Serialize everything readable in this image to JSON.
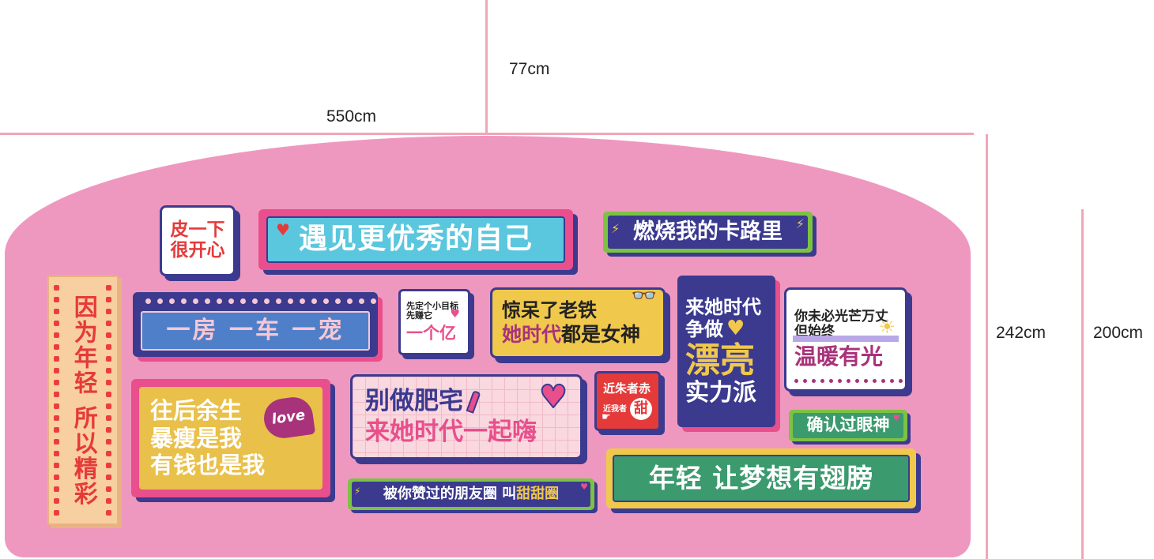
{
  "dimensions": {
    "width_label": "550cm",
    "side_label": "77cm",
    "height_outer_label": "242cm",
    "height_inner_label": "200cm"
  },
  "signs": {
    "piyixia": {
      "line1": "皮一下",
      "line2": "很开心"
    },
    "yujian": "遇见更优秀的自己",
    "ranshao": "燃烧我的卡路里",
    "yinwei": "因为年轻 所以精彩",
    "yifang": "一房 一车 一宠",
    "xianding": {
      "line1": "先定个小目标",
      "line2": "先赚它",
      "line3": "一个亿"
    },
    "jingdai": {
      "line1": "惊呆了老铁",
      "line2_a": "她时代",
      "line2_b": "都是女神"
    },
    "laita": {
      "line1": "来她时代",
      "line2": "争做",
      "line3": "漂亮",
      "line4": "实力派"
    },
    "nimeibi": {
      "line1": "你未必光芒万丈",
      "line2": "但始终",
      "line3": "温暖有光"
    },
    "wanghou": {
      "line1": "往后余生",
      "line2": "暴瘦是我",
      "line3": "有钱也是我",
      "badge": "love"
    },
    "biezuo": {
      "line1": "别做肥宅",
      "line2": "来她时代一起嗨"
    },
    "jinzhu": {
      "line1": "近朱者赤",
      "line2": "近我者",
      "line3": "甜"
    },
    "queren": "确认过眼神",
    "nianqing": "年轻 让梦想有翅膀",
    "beinizan": {
      "text_a": "被你赞过的朋友圈 叫",
      "text_b": "甜甜圈"
    }
  },
  "colors": {
    "wall": "#ef98bf",
    "line": "#f1a6b8",
    "navy": "#3b3a8f",
    "teal": "#54c2d8",
    "green": "#3b9a6e",
    "yellow": "#f0c84c",
    "red": "#e53a3a",
    "purple": "#a8337a"
  }
}
